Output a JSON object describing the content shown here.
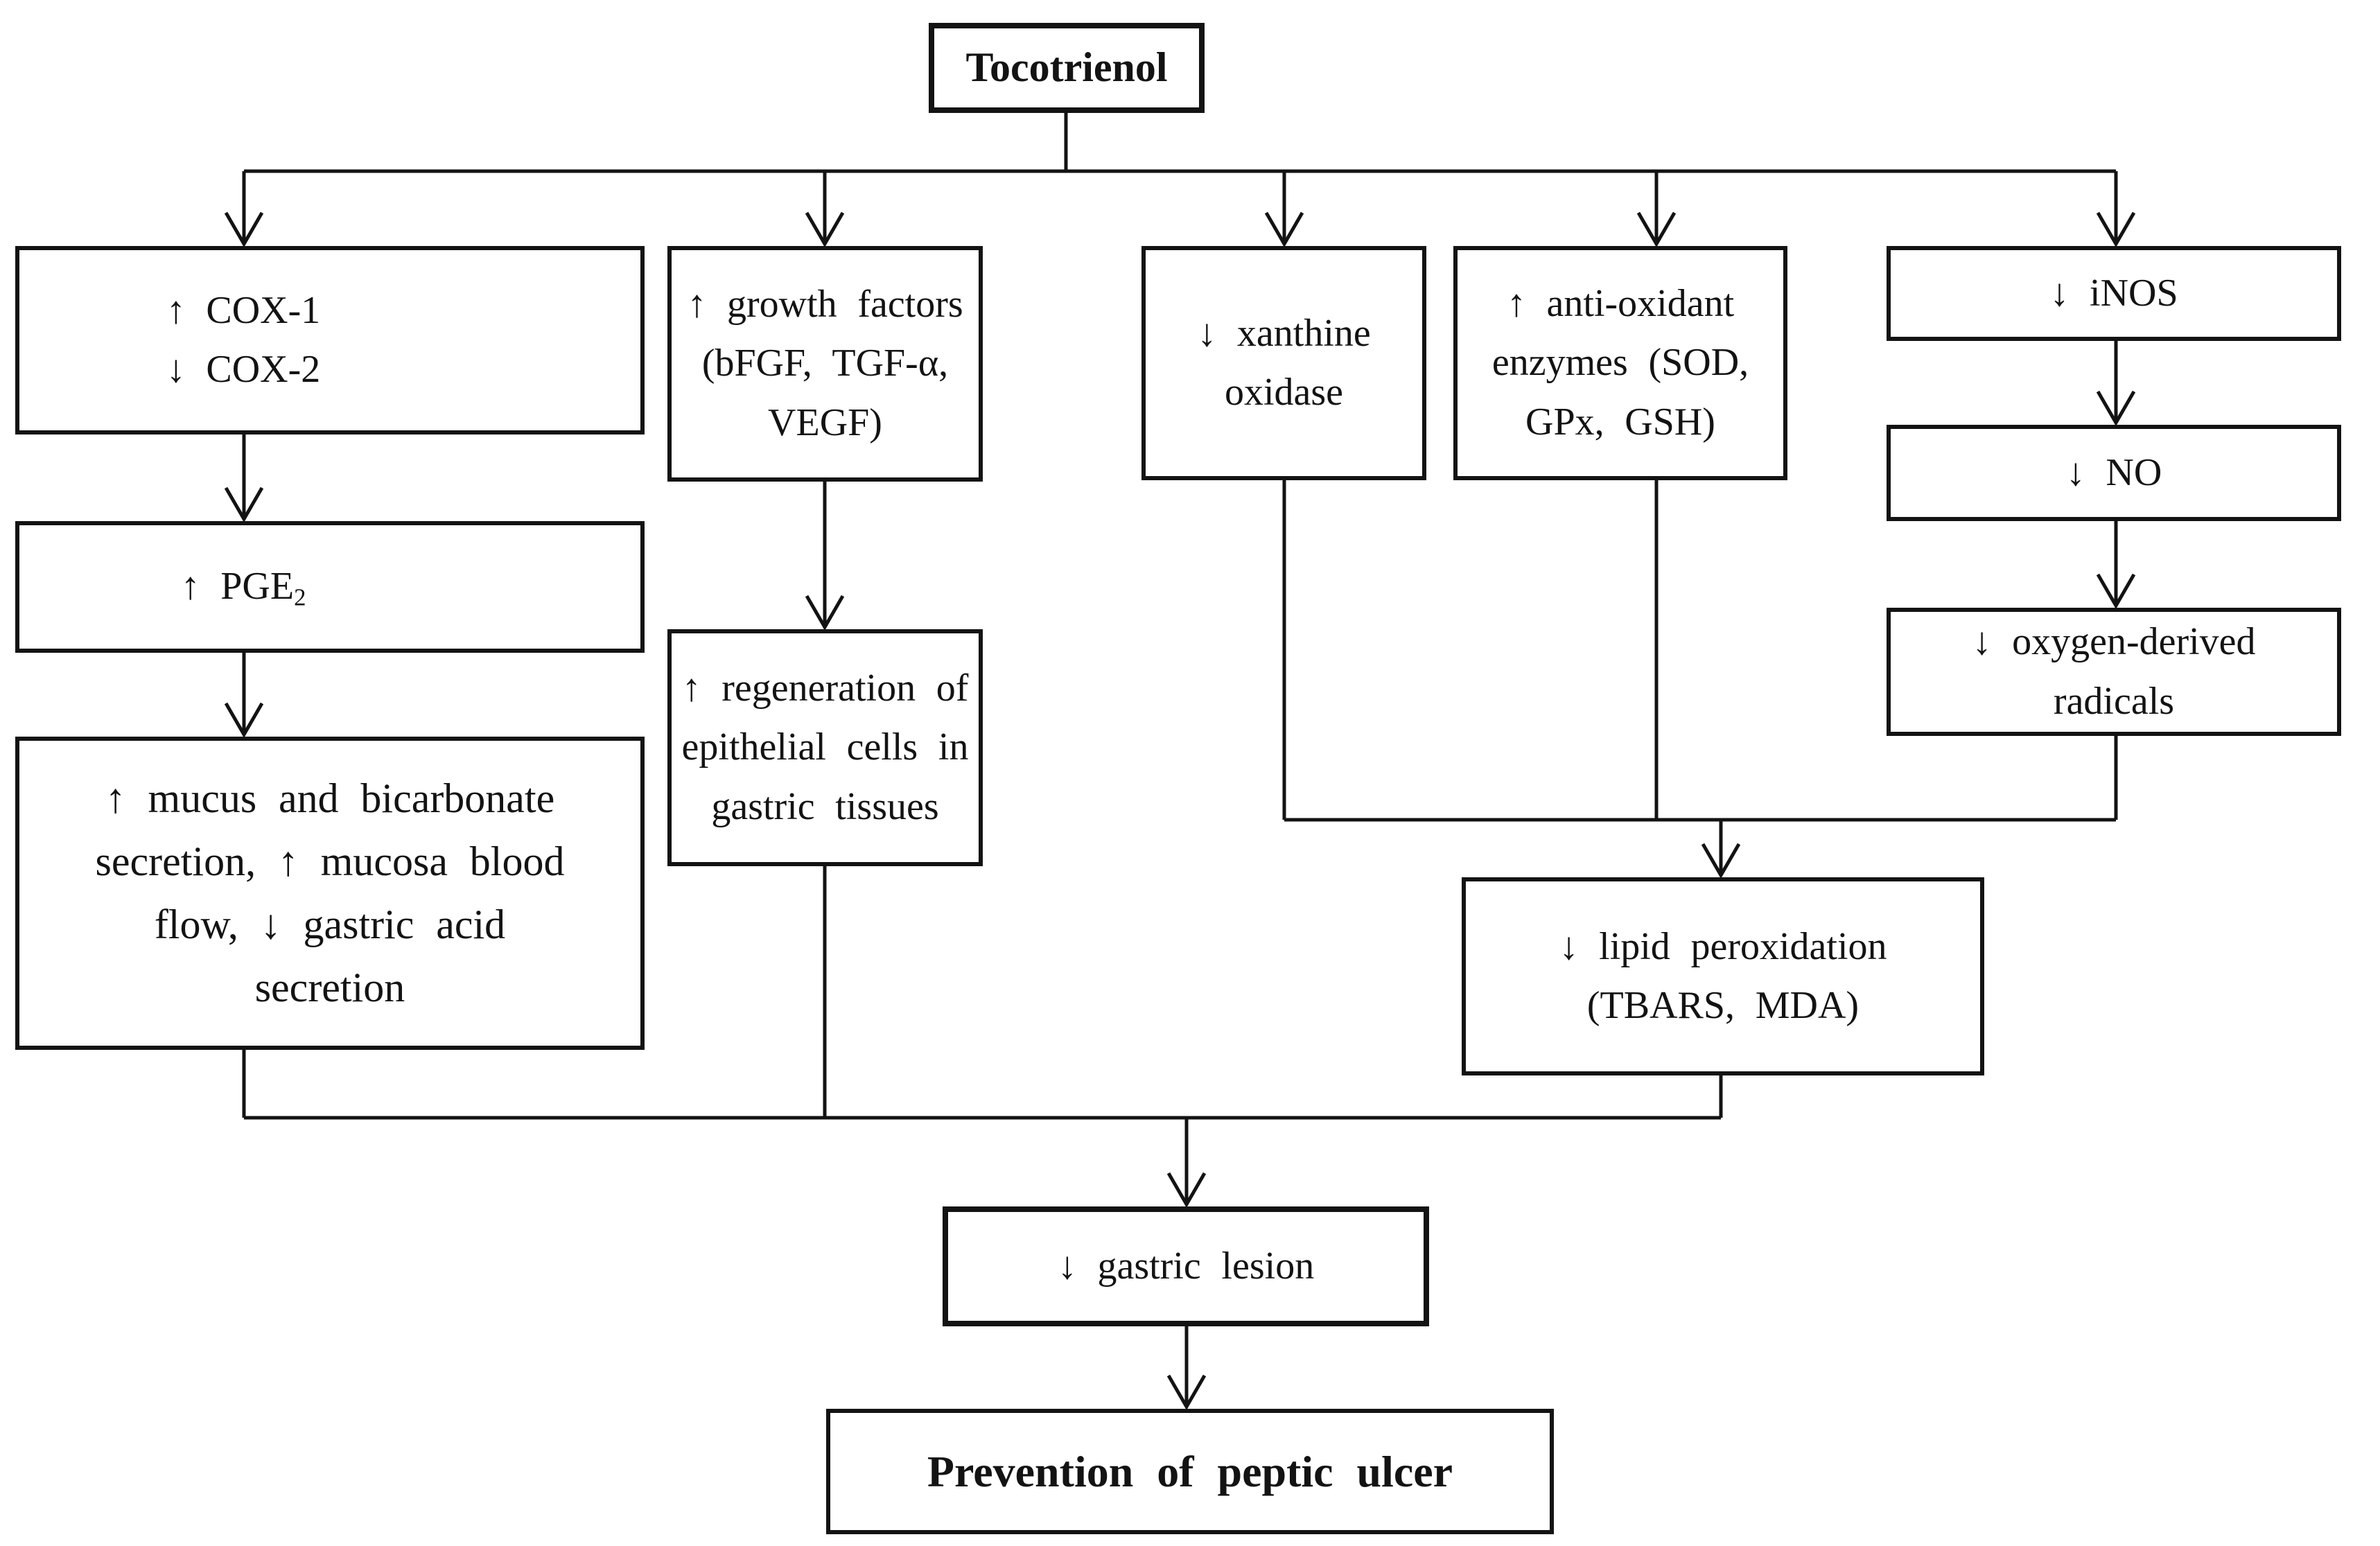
{
  "figure": {
    "background_color": "#ffffff",
    "line_color": "#131313"
  },
  "nodes": {
    "tocotrienol": {
      "label": "Tocotrienol"
    },
    "cox": {
      "label": "↑ COX-1\n↓ COX-2"
    },
    "growth_factors": {
      "label": "↑ growth factors\n(bFGF, TGF-α,\nVEGF)"
    },
    "xanthine_oxidase": {
      "label": "↓ xanthine\noxidase"
    },
    "antioxidant_enzymes": {
      "label": "↑ anti-oxidant\nenzymes (SOD,\nGPx, GSH)"
    },
    "inos": {
      "label": "↓ iNOS"
    },
    "pge2": {
      "label_main": "↑ PGE",
      "label_sub": "2"
    },
    "mucus_secretion": {
      "label": "↑ mucus and bicarbonate\nsecretion, ↑ mucosa blood\nflow, ↓ gastric acid\nsecretion"
    },
    "regeneration": {
      "label": "↑ regeneration of\nepithelial cells in\ngastric tissues"
    },
    "no": {
      "label": "↓ NO"
    },
    "oxygen_radicals": {
      "label": "↓ oxygen-derived\nradicals"
    },
    "lipid_peroxidation": {
      "label": "↓ lipid peroxidation\n(TBARS, MDA)"
    },
    "gastric_lesion": {
      "label": "↓ gastric lesion"
    },
    "prevention": {
      "label": "Prevention of peptic ulcer"
    }
  }
}
